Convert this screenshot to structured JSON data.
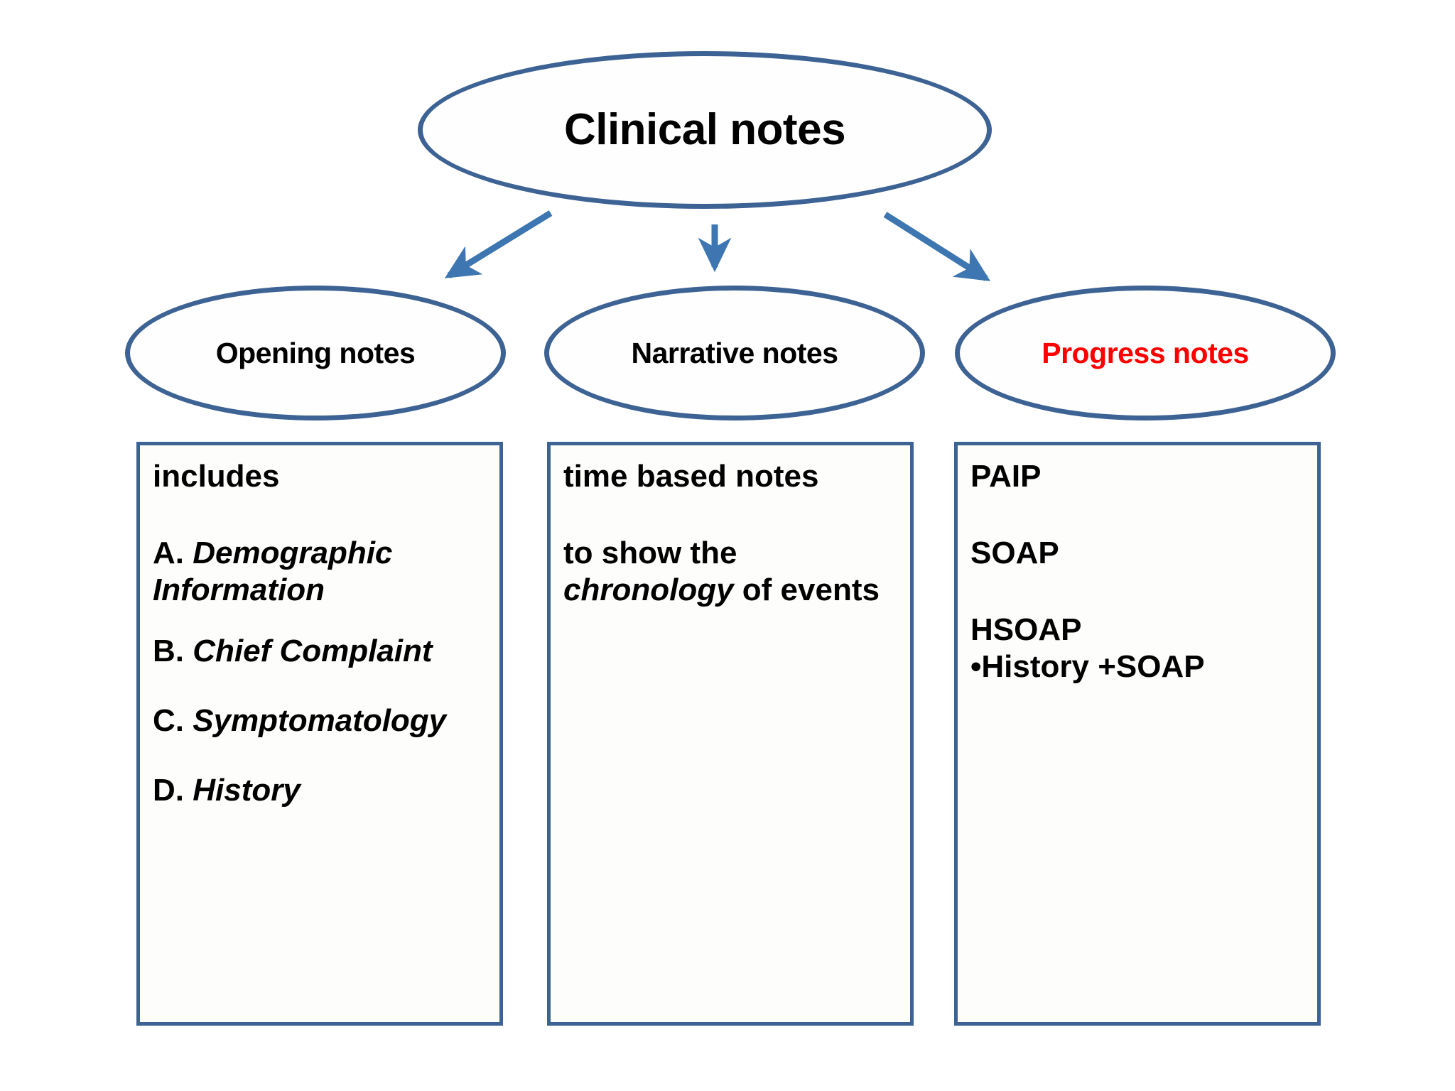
{
  "slide": {
    "title": "Clinical notes",
    "background_color": "#ffffff",
    "accent_color": "#3d6294",
    "highlight_color": "#ff0000"
  },
  "root": {
    "label": "Clinical notes"
  },
  "branches": [
    {
      "id": "opening",
      "ellipse_label": "Opening notes",
      "ellipse_text_color": "#000000",
      "box": {
        "heading": "includes",
        "items": [
          {
            "marker": "A.",
            "text": "Demographic Information",
            "italic": true
          },
          {
            "marker": "B.",
            "text": "Chief Complaint",
            "italic": true
          },
          {
            "marker": "C.",
            "text": "Symptomatology",
            "italic": true
          },
          {
            "marker": "D.",
            "text": "History",
            "italic": true
          }
        ]
      }
    },
    {
      "id": "narrative",
      "ellipse_label": "Narrative notes",
      "ellipse_text_color": "#000000",
      "box": {
        "heading": "time based notes",
        "body_pre": "to show the ",
        "body_em": "chronology",
        "body_post": " of events"
      }
    },
    {
      "id": "progress",
      "ellipse_label": "Progress notes",
      "ellipse_text_color": "#ff0000",
      "box": {
        "line1": "PAIP",
        "line2": "SOAP",
        "line3": "HSOAP",
        "line4": "•History +SOAP"
      }
    }
  ],
  "arrows": [
    {
      "name": "arrow-to-opening",
      "direction": "down-left"
    },
    {
      "name": "arrow-to-narrative",
      "direction": "down"
    },
    {
      "name": "arrow-to-progress",
      "direction": "down-right"
    }
  ]
}
